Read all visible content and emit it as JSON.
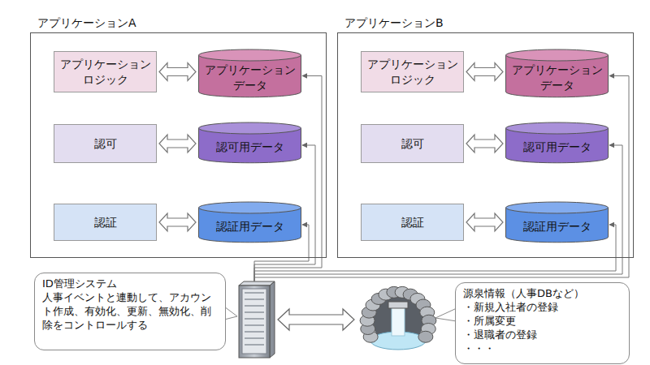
{
  "diagram": {
    "nodes": [
      {
        "text": [
          "アプリケーションA"
        ]
      },
      {
        "text": [
          "アプリケーションロジック"
        ],
        "in": 0
      },
      {
        "text": [
          "アプリケーションデータ"
        ],
        "in": 0
      },
      {
        "text": [
          "認可"
        ],
        "in": 0
      },
      {
        "text": [
          "認可用データ"
        ],
        "in": 0
      },
      {
        "text": [
          "認証"
        ],
        "in": 0
      },
      {
        "text": [
          "認証用データ"
        ],
        "in": 0
      },
      {
        "text": [
          "アプリケーションB"
        ]
      },
      {
        "text": [
          "アプリケーションロジック"
        ],
        "in": 7
      },
      {
        "text": [
          "アプリケーションデータ"
        ],
        "in": 7
      },
      {
        "text": [
          "認可"
        ],
        "in": 7
      },
      {
        "text": [
          "認可用データ"
        ],
        "in": 7
      },
      {
        "text": [
          "認証"
        ],
        "in": 7
      },
      {
        "text": [
          "認証用データ"
        ],
        "in": 7
      },
      {
        "text": [
          "ID管理システム",
          "人事イベントと連動して、アカウント作成、有効化、更新、無効化、削除をコントロールする"
        ]
      },
      {
        "text": [
          "源泉情報（人事DBなど）",
          "・新規入社者の登録",
          "・所属変更",
          "・退職者の登録",
          "・・・"
        ]
      }
    ],
    "edges": [
      {
        "from": 1,
        "to": 2,
        "arrow": "both"
      },
      {
        "from": 3,
        "to": 4,
        "arrow": "both"
      },
      {
        "from": 5,
        "to": 6,
        "arrow": "both"
      },
      {
        "from": 8,
        "to": 9,
        "arrow": "both"
      },
      {
        "from": 10,
        "to": 11,
        "arrow": "both"
      },
      {
        "from": 12,
        "to": 13,
        "arrow": "both"
      },
      {
        "from": 14,
        "to": 2,
        "arrow": "to"
      },
      {
        "from": 14,
        "to": 4,
        "arrow": "to"
      },
      {
        "from": 14,
        "to": 6,
        "arrow": "to"
      },
      {
        "from": 14,
        "to": 9,
        "arrow": "to"
      },
      {
        "from": 14,
        "to": 11,
        "arrow": "to"
      },
      {
        "from": 14,
        "to": 13,
        "arrow": "to"
      }
    ]
  }
}
